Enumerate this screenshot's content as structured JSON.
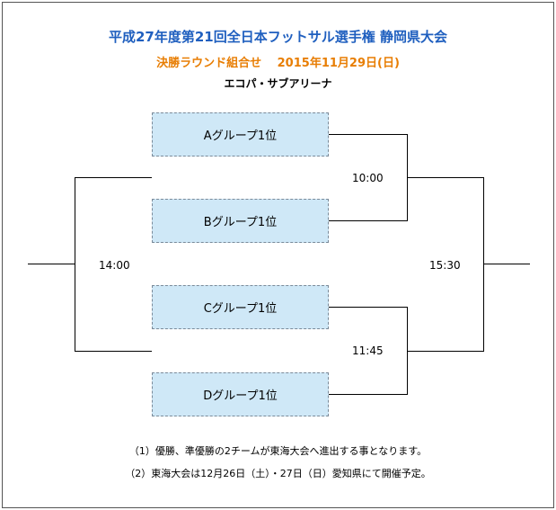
{
  "header": {
    "title": "平成27年度第21回全日本フットサル選手権 静岡県大会",
    "subtitle": "決勝ラウンド組合せ　 2015年11月29日(日)",
    "venue": "エコパ・サブアリーナ"
  },
  "colors": {
    "title": "#1f5fbf",
    "subtitle": "#e87e04",
    "team_fill": "#cfe8f7",
    "line": "#000000"
  },
  "teams": [
    "Aグループ1位",
    "Bグループ1位",
    "Cグループ1位",
    "Dグループ1位"
  ],
  "times": {
    "semi_top": "10:00",
    "semi_bottom": "11:45",
    "left_match": "14:00",
    "right_match": "15:30"
  },
  "notes": [
    "（1）優勝、準優勝の2チームが東海大会へ進出する事となります。",
    "（2）東海大会は12月26日（土）・27日（日）愛知県にて開催予定。"
  ]
}
